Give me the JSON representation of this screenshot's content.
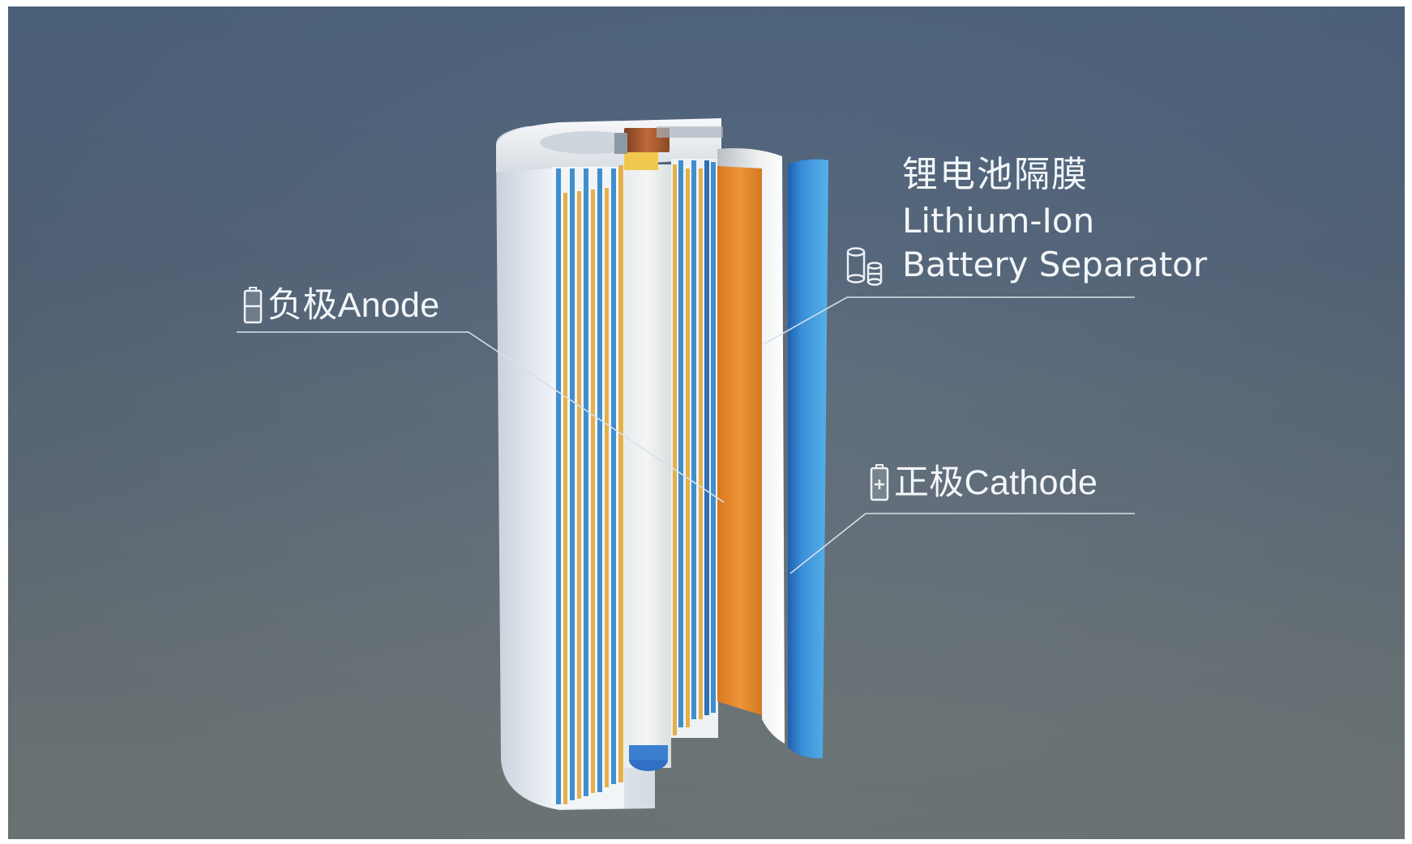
{
  "diagram": {
    "subject": "Cylindrical lithium-ion battery cutaway",
    "background": {
      "top_color": "#4f6580",
      "bottom_color": "#707879"
    },
    "colors": {
      "anode_stripe": "#e4b04a",
      "cathode_stripe": "#3f8fcf",
      "orange_plate": "#e38a2c",
      "separator": "#e6e9ec",
      "cathode_sheet": "#3a92d8",
      "shell": "#dfe5ec",
      "terminal": "#b8652d",
      "leader_line": "#d8e0e8"
    }
  },
  "labels": {
    "anode": {
      "icon": "battery-empty-icon",
      "text": "负极Anode"
    },
    "separator": {
      "icon": "cylinder-cells-icon",
      "text_cn": "锂电池隔膜",
      "text_en_line1": "Lithium-Ion",
      "text_en_line2": "Battery Separator"
    },
    "cathode": {
      "icon": "battery-plus-icon",
      "text": "正极Cathode"
    }
  }
}
